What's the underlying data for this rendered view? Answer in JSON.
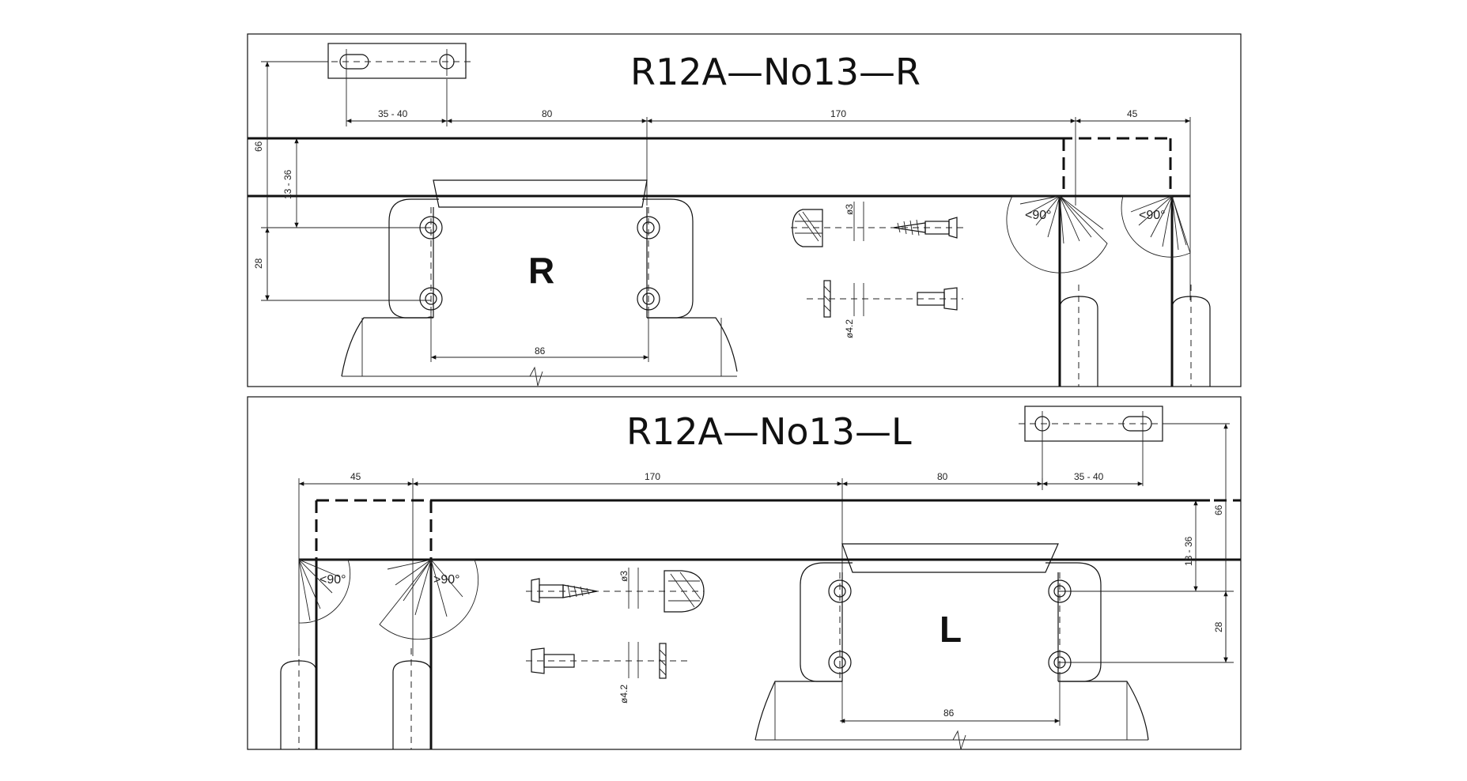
{
  "colors": {
    "line": "#111111",
    "background": "#ffffff"
  },
  "panel_right": {
    "title": "R12A—No13—R",
    "letter": "R",
    "dims": {
      "slot": "35 - 40",
      "d80": "80",
      "d170": "170",
      "d45": "45",
      "d66": "66",
      "d13_36": "13 - 36",
      "d28": "28",
      "d86": "86",
      "d3": "ø3",
      "d42": "ø4.2"
    },
    "angles": [
      "<90°",
      "<90°"
    ]
  },
  "panel_left": {
    "title": "R12A—No13—L",
    "letter": "L",
    "dims": {
      "slot": "35 - 40",
      "d80": "80",
      "d170": "170",
      "d45": "45",
      "d66": "66",
      "d13_36": "13 - 36",
      "d28": "28",
      "d86": "86",
      "d3": "ø3",
      "d42": "ø4.2"
    },
    "angles": [
      "<90°",
      ">90°"
    ]
  }
}
